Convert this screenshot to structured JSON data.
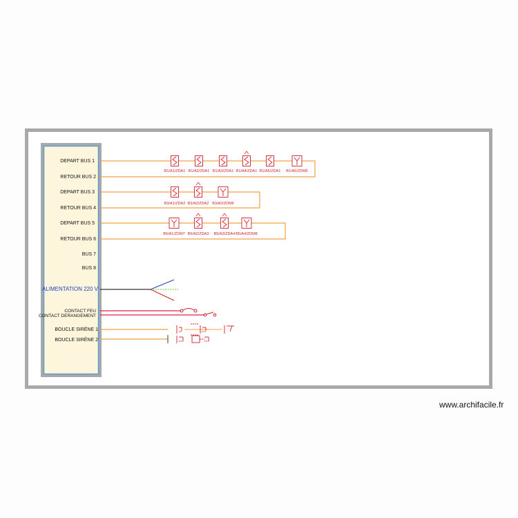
{
  "bus_labels": [
    "DEPART BUS 1",
    "RETOUR BUS 2",
    "DEPART BUS 3",
    "RETOUR BUS 4",
    "DEPART BUS 5",
    "RETOUR BUS 6",
    "BUS 7",
    "BUS 8"
  ],
  "power_label": "ALIMENTATION 220 V",
  "contact_labels": [
    "CONTACT FEU",
    "CONTACT DERANGEMENT"
  ],
  "siren_labels": [
    "BOUCLE SIRÈNE 1",
    "BOUCLE SIRÈNE 2"
  ],
  "loop1_devices": [
    {
      "id": "B1/A1/ZDA1",
      "type": "detector"
    },
    {
      "id": "B1/A2/ZDA1",
      "type": "detector"
    },
    {
      "id": "B1/A3/ZDA1",
      "type": "detector"
    },
    {
      "id": "B1/A4/ZDA1",
      "type": "detector",
      "indicator": true
    },
    {
      "id": "B1/A5/ZDA1",
      "type": "detector"
    },
    {
      "id": "B1/A6/ZDM5",
      "type": "manual"
    }
  ],
  "loop2_devices": [
    {
      "id": "B3/A1/ZDA2",
      "type": "detector"
    },
    {
      "id": "B3/A2/ZDA2",
      "type": "detector",
      "indicator": true
    },
    {
      "id": "B3/A3/ZDM6",
      "type": "manual"
    }
  ],
  "loop3_devices": [
    {
      "id": "B5/A1/ZDM7",
      "type": "manual"
    },
    {
      "id": "B5/A2/ZDA3",
      "type": "detector",
      "indicator": true
    },
    {
      "id": "B5/A3/ZDA4",
      "type": "detector",
      "indicator": true
    },
    {
      "id": "B5/A4/ZDM8",
      "type": "manual"
    }
  ],
  "watermark": "www.archifacile.fr",
  "colors": {
    "frame": "#a9a9a9",
    "panel_fill": "#fdf6dc",
    "panel_border": "#5a9bd5",
    "loop_wire": "#f0a040",
    "device": "#d0202a",
    "power_label": "#1f3fc0",
    "wire_blue": "#2040c0",
    "wire_red": "#d02020",
    "wire_green": "#70c040",
    "contact_wire": "#e0204a"
  }
}
